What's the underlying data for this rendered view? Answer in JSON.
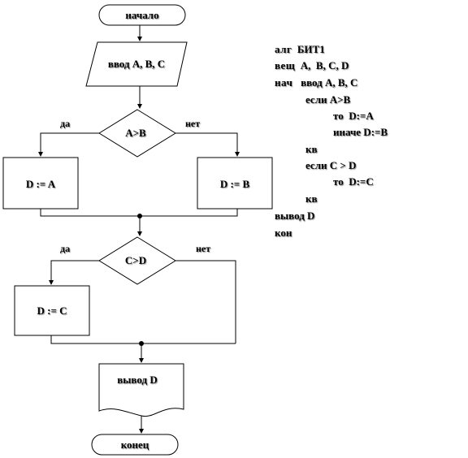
{
  "flowchart": {
    "start_label": "начало",
    "input_label": "ввод А, В, С",
    "decision1_label": "А>В",
    "decision1_yes": "да",
    "decision1_no": "нет",
    "assign_da_label": "D := A",
    "assign_db_label": "D := B",
    "decision2_label": "C>D",
    "decision2_yes": "да",
    "decision2_no": "нет",
    "assign_dc_label": "D := C",
    "output_label": "вывод D",
    "end_label": "конец"
  },
  "algorithm": {
    "line1_kw": "алг",
    "line1_text": "БИТ1",
    "line2_kw": "вещ",
    "line2_text": "A,  B, C, D",
    "line3_kw": "нач",
    "line3_text": "ввод А, В, С",
    "line4": "если A>B",
    "line5": "то  D:=A",
    "line6": "иначе D:=B",
    "line7": "кв",
    "line8": "если C > D",
    "line9": "то  D:=C",
    "line10": "кв",
    "line11": "вывод D",
    "line12": "кон"
  }
}
